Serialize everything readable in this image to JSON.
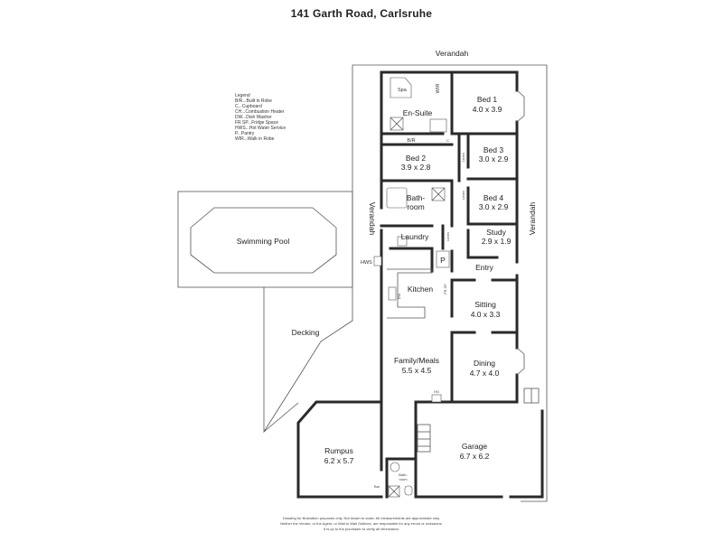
{
  "title": "141 Garth Road, Carlsruhe",
  "legend": {
    "heading": "Legend",
    "items": [
      "B/R...Built in Robe",
      "C...Cupboard",
      "CH...Combustion Heater",
      "DW...Dish Washer",
      "FR SP...Fridge Space",
      "HWS...Hot Water Service",
      "P...Pantry",
      "WIR...Walk in Robe"
    ]
  },
  "outdoor": {
    "verandah_top": "Verandah",
    "verandah_left": "Verandah",
    "verandah_right": "Verandah",
    "swimming_pool": "Swimming Pool",
    "decking": "Decking",
    "hws": "HWS"
  },
  "rooms": {
    "bed1": {
      "name": "Bed 1",
      "size": "4.0 x 3.9"
    },
    "wir": "WIR",
    "ensuite": "En-Suite",
    "bir": "B/R",
    "bed2": {
      "name": "Bed 2",
      "size": "3.9 x 2.8"
    },
    "bed3": {
      "name": "Bed 3",
      "size": "3.0 x 2.9"
    },
    "bed4": {
      "name": "Bed 4",
      "size": "3.0 x 2.9"
    },
    "bathroom": {
      "line1": "Bath-",
      "line2": "room"
    },
    "laundry": "Laundry",
    "study": {
      "name": "Study",
      "size": "2.9 x 1.9"
    },
    "entry": "Entry",
    "pantry": "P",
    "kitchen": "Kitchen",
    "sitting": {
      "name": "Sitting",
      "size": "4.0 x 3.3"
    },
    "family": {
      "name": "Family/Meals",
      "size": "5.5 x 4.5"
    },
    "dining": {
      "name": "Dining",
      "size": "4.7 x 4.0"
    },
    "rumpus": {
      "name": "Rumpus",
      "size": "6.2 x 5.7"
    },
    "garage": {
      "name": "Garage",
      "size": "6.7 x 6.2"
    },
    "bath2": {
      "line1": "Bath-",
      "line2": "room"
    },
    "bar": "Bar",
    "dw": "DW",
    "frsp": "FR SP",
    "ch": "HO",
    "linen": "Linen",
    "cupboard": "C",
    "spa": "Spa"
  },
  "disclaimer": [
    "Drawing for illustration purposes only. Not drawn to scale. All measurements are approximate only.",
    "Neither the Vendor, or the Agent, or Wall to Wall Outlines, are responsible for any errors or omissions.",
    "It is up to the purchaser to verify all information."
  ]
}
